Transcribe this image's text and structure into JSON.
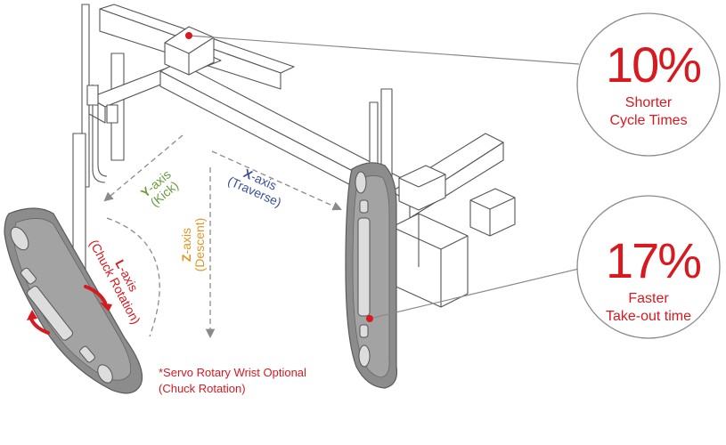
{
  "colors": {
    "accent_red": "#d71920",
    "y_axis_green": "#6a9a3a",
    "x_axis_blue": "#3a4f9a",
    "z_axis_orange": "#e0972a",
    "l_axis_red": "#d71920",
    "line_gray": "#8a8a8a",
    "part_gray": "#8c8c8c",
    "machine_stroke": "#555555"
  },
  "stats": [
    {
      "value": "10%",
      "line1": "Shorter",
      "line2": "Cycle Times"
    },
    {
      "value": "17%",
      "line1": "Faster",
      "line2": "Take-out time"
    }
  ],
  "axes": {
    "y": {
      "letter": "Y",
      "rest": "-axis",
      "sub": "(Kick)"
    },
    "x": {
      "letter": "X",
      "rest": "-axis",
      "sub": "(Traverse)"
    },
    "z": {
      "letter": "Z",
      "rest": "-axis",
      "sub": "(Descent)"
    },
    "l": {
      "letter": "L",
      "rest": "-axis",
      "sub": "(Chuck Rotation)"
    }
  },
  "note": {
    "line1": "*Servo Rotary Wrist Optional",
    "line2": "(Chuck Rotation)"
  }
}
